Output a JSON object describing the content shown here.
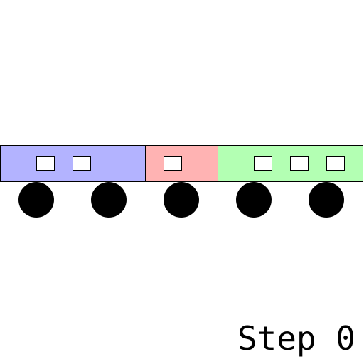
{
  "status": {
    "step_label": "Step 0"
  },
  "train": {
    "cars": [
      {
        "name": "car-1",
        "color": "#b3b3ff",
        "windows": 2,
        "wheels": 2
      },
      {
        "name": "car-2",
        "color": "#ffb3b3",
        "windows": 1,
        "wheels": 1
      },
      {
        "name": "car-3",
        "color": "#b3ffb3",
        "windows": 3,
        "wheels": 2
      }
    ],
    "outline_color": "#000000",
    "window_color": "#ffffff",
    "wheel_color": "#000000"
  }
}
